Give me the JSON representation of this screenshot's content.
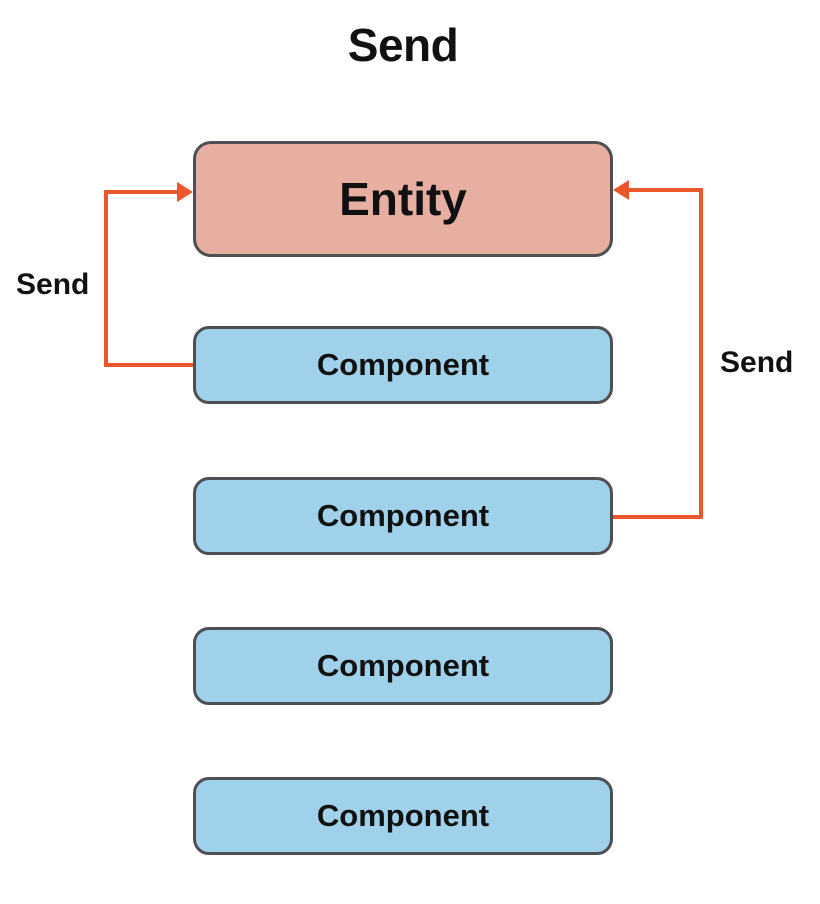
{
  "diagram": {
    "title": "Send",
    "entity": {
      "label": "Entity"
    },
    "components": [
      {
        "label": "Component"
      },
      {
        "label": "Component"
      },
      {
        "label": "Component"
      },
      {
        "label": "Component"
      }
    ],
    "edges": [
      {
        "from": "components.0",
        "to": "entity",
        "label": "Send",
        "side": "left"
      },
      {
        "from": "components.1",
        "to": "entity",
        "label": "Send",
        "side": "right"
      }
    ],
    "colors": {
      "entity_fill": "#e6afa2",
      "component_fill": "#a0d1ea",
      "border": "#4d4f53",
      "arrow": "#e8582a"
    }
  }
}
